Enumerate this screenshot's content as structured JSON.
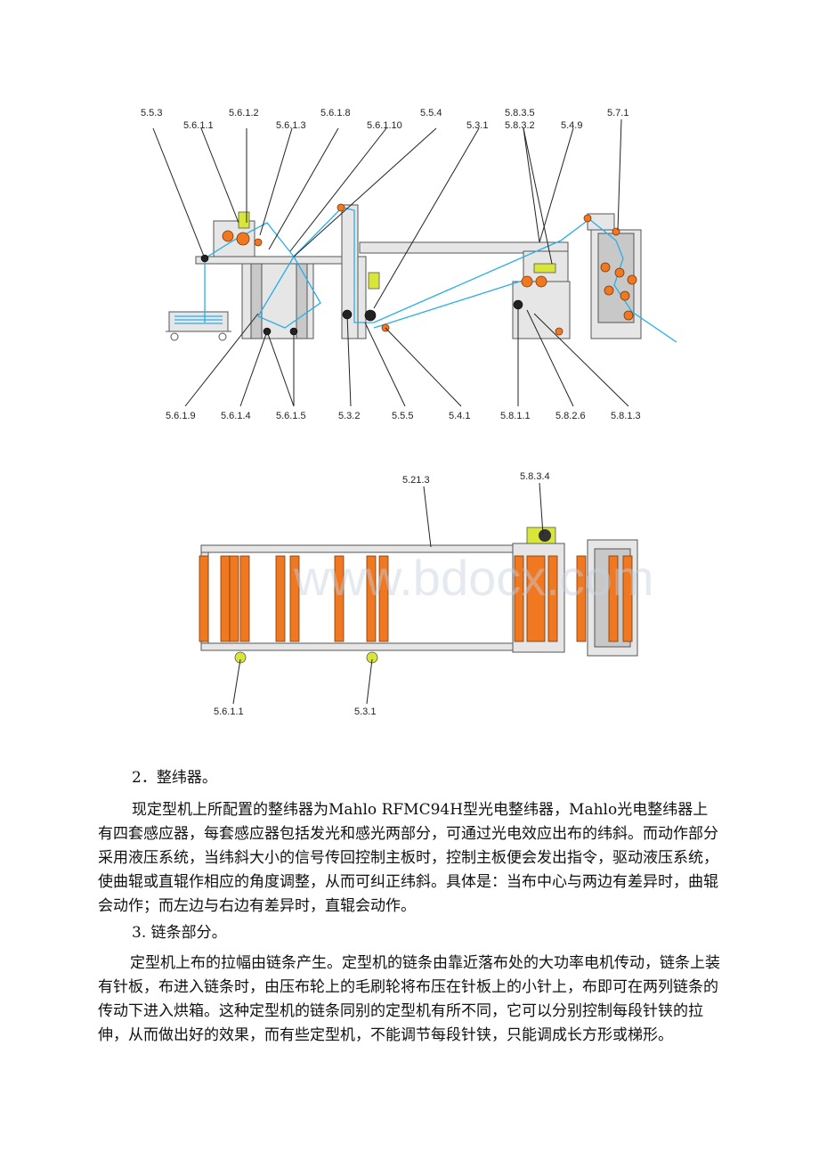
{
  "diagram_top": {
    "labels_top": [
      "5.5.3",
      "5.6.1.1",
      "5.6.1.2",
      "5.6.1.3",
      "5.6.1.8",
      "5.6.1.10",
      "5.5.4",
      "5.3.1",
      "5.8.3.5",
      "5.8.3.2",
      "5.4.9",
      "5.7.1"
    ],
    "labels_bottom": [
      "5.6.1.9",
      "5.6.1.4",
      "5.6.1.5",
      "5.3.2",
      "5.5.5",
      "5.4.1",
      "5.8.1.1",
      "5.8.2.6",
      "5.8.1.3"
    ]
  },
  "diagram_plan": {
    "labels_top": [
      "5.21.3",
      "5.8.3.4"
    ],
    "labels_bottom": [
      "5.6.1.1",
      "5.3.1"
    ],
    "watermark": "www.bdocx.com"
  },
  "section2": {
    "heading": "2．整纬器。",
    "paragraph": "现定型机上所配置的整纬器为Mahlo RFMC94H型光电整纬器，Mahlo光电整纬器上有四套感应器，每套感应器包括发光和感光两部分，可通过光电效应出布的纬斜。而动作部分采用液压系统，当纬斜大小的信号传回控制主板时，控制主板便会发出指令，驱动液压系统，使曲辊或直辊作相应的角度调整，从而可纠正纬斜。具体是：当布中心与两边有差异时，曲辊会动作；而左边与右边有差异时，直辊会动作。"
  },
  "section3": {
    "heading": "3. 链条部分。",
    "paragraph": "定型机上布的拉幅由链条产生。定型机的链条由靠近落布处的大功率电机传动，链条上装有针板，布进入链条时，由压布轮上的毛刷轮将布压在针板上的小针上，布即可在两列链条的传动下进入烘箱。这种定型机的链条同别的定型机有所不同，它可以分别控制每段针铗的拉伸，从而做出好的效果，而有些定型机，不能调节每段针铗，只能调成长方形或梯形。"
  },
  "colors": {
    "fabric": "#2aaee8",
    "roller": "#f07820",
    "motor": "#d8e63a",
    "frame": "#e6e6e6"
  },
  "icons": [
    "machine-side-view",
    "machine-plan-view"
  ]
}
